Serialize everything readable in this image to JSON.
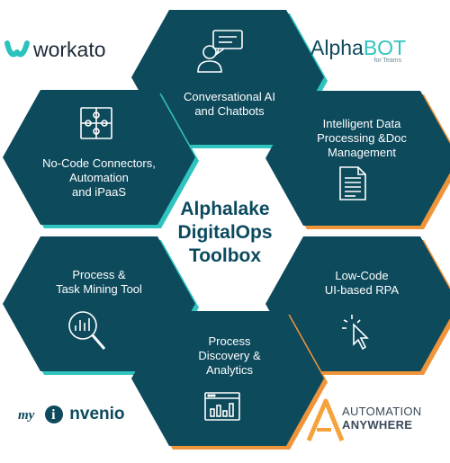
{
  "title": "Alphalake\nDigitalOps\nToolbox",
  "colors": {
    "hex_fill": "#0d4a5c",
    "teal_edge": "#2fc4c0",
    "orange_edge": "#f0943a",
    "title_text": "#0b4a5e"
  },
  "hexagons": [
    {
      "id": "top",
      "label": "Conversational AI\nand Chatbots",
      "icon": "chat-person-icon",
      "edge": "teal"
    },
    {
      "id": "upper-left",
      "label": "No-Code Connectors,\nAutomation\nand iPaaS",
      "icon": "puzzle-icon",
      "edge": "teal"
    },
    {
      "id": "upper-right",
      "label": "Intelligent Data\nProcessing &Doc\nManagement",
      "icon": "document-icon",
      "edge": "orange"
    },
    {
      "id": "lower-left",
      "label": "Process &\nTask Mining Tool",
      "icon": "magnifier-chart-icon",
      "edge": "teal"
    },
    {
      "id": "lower-right",
      "label": "Low-Code\nUI-based RPA",
      "icon": "cursor-click-icon",
      "edge": "orange"
    },
    {
      "id": "bottom",
      "label": "Process\nDiscovery &\nAnalytics",
      "icon": "browser-chart-icon",
      "edge": "orange"
    }
  ],
  "logos": {
    "workato": "workato",
    "alphabot_main": "Alpha",
    "alphabot_accent": "BOT",
    "alphabot_sub": "for Teams",
    "myinvenio_my": "my",
    "myinvenio_i": "i",
    "myinvenio_rest": "nvenio",
    "aa_line1": "AUTOMATION",
    "aa_line2": "ANYWHERE"
  }
}
